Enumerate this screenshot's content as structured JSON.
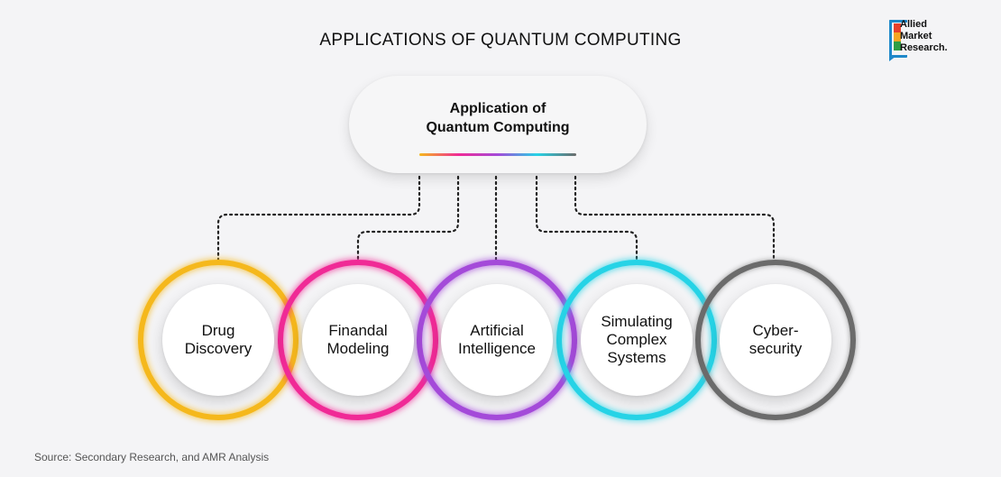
{
  "title": "APPLICATIONS OF QUANTUM COMPUTING",
  "logo": {
    "line1": "Allied",
    "line2": "Market",
    "line3": "Research."
  },
  "hub": {
    "label": "Application of\nQuantum Computing"
  },
  "nodes": [
    {
      "label": "Drug\nDiscovery",
      "color": "#f5b81c"
    },
    {
      "label": "Finandal\nModeling",
      "color": "#f02a96"
    },
    {
      "label": "Artificial\nIntelligence",
      "color": "#a44ad9"
    },
    {
      "label": "Simulating\nComplex\nSystems",
      "color": "#26d3e6"
    },
    {
      "label": "Cyber-\nsecurity",
      "color": "#6b6b6b"
    }
  ],
  "source": "Source: Secondary Research, and AMR Analysis"
}
